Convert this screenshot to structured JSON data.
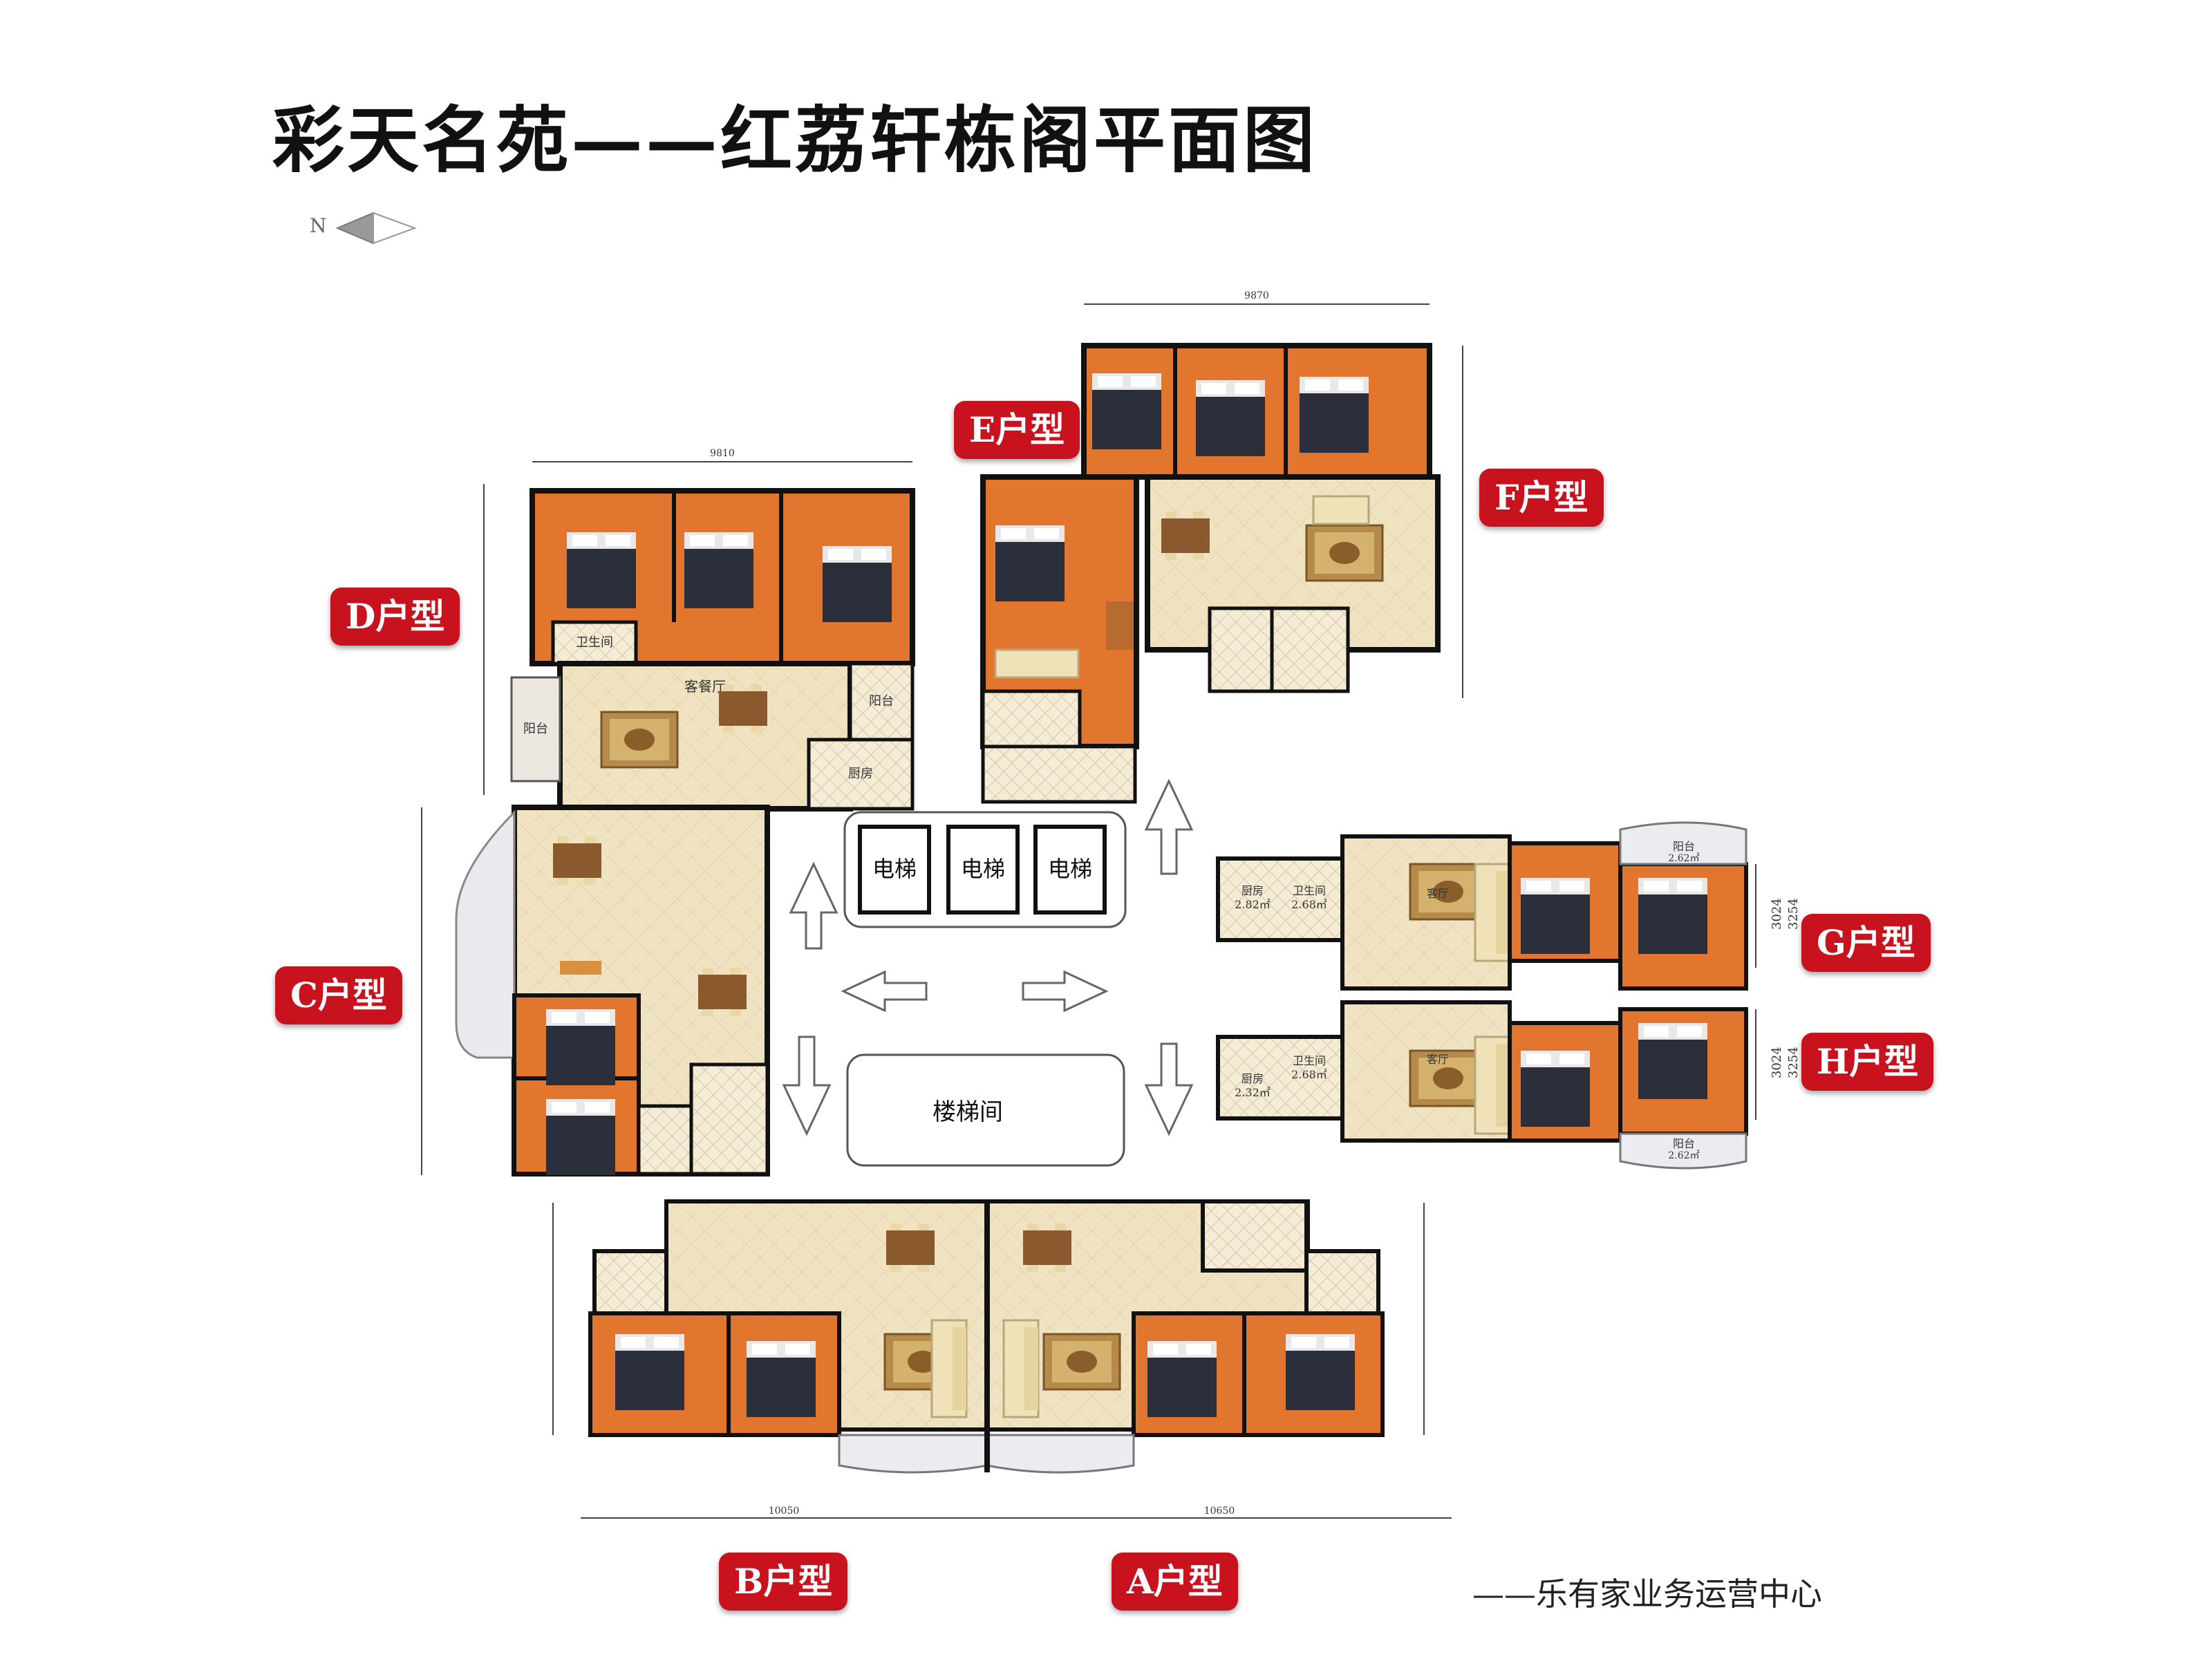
{
  "title": "彩天名苑——红荔轩栋阁平面图",
  "north_label": "N",
  "credit": "——乐有家业务运营中心",
  "unit_labels": {
    "A": "A户型",
    "B": "B户型",
    "C": "C户型",
    "D": "D户型",
    "E": "E户型",
    "F": "F户型",
    "G": "G户型",
    "H": "H户型"
  },
  "core": {
    "elevators": [
      "电梯",
      "电梯",
      "电梯"
    ],
    "stairwell": "楼梯间"
  },
  "room_labels": {
    "G_kitchen": "厨房",
    "G_kitchen_area": "2.82㎡",
    "G_bath": "卫生间",
    "G_bath_area": "2.68㎡",
    "G_living": "客厅",
    "G_balcony": "阳台",
    "G_balcony_area": "2.62㎡",
    "H_kitchen": "厨房",
    "H_kitchen_area": "2.32㎡",
    "H_bath": "卫生间",
    "H_bath_area": "2.68㎡",
    "H_living": "客厅",
    "H_balcony": "阳台",
    "H_balcony_area": "2.62㎡",
    "D_bath": "卫生间",
    "D_balcony": "阳台",
    "D_living": "客餐厅",
    "D_kitchen": "厨房",
    "D_balcony2": "阳台"
  },
  "dimensions": {
    "G_right": [
      "3024",
      "3254"
    ],
    "H_right": [
      "3024",
      "3254"
    ],
    "A_bottom": "10650",
    "B_bottom": "10050",
    "D_top": "9810",
    "E_top": "9870"
  },
  "colors": {
    "title_text": "#111111",
    "label_bg": "#c8121d",
    "label_text": "#ffffff",
    "bedroom_floor": "#e2762e",
    "living_floor": "#f3e6c6",
    "wall": "#111111",
    "bed": "#2b2f3c",
    "sofa": "#efe2b8",
    "rug": "#b58a4a"
  }
}
